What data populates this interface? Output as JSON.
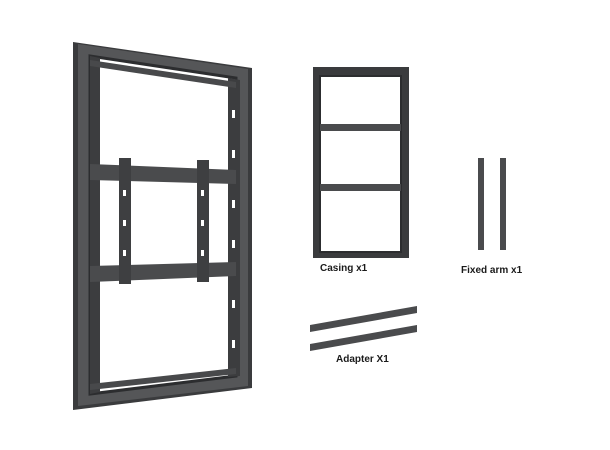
{
  "labels": {
    "casing": "Casing x1",
    "fixed_arm": "Fixed arm x1",
    "adapter": "Adapter X1"
  },
  "colors": {
    "metal": "#4a4b4d",
    "metal_dark": "#2c2d2f",
    "background": "#ffffff"
  }
}
